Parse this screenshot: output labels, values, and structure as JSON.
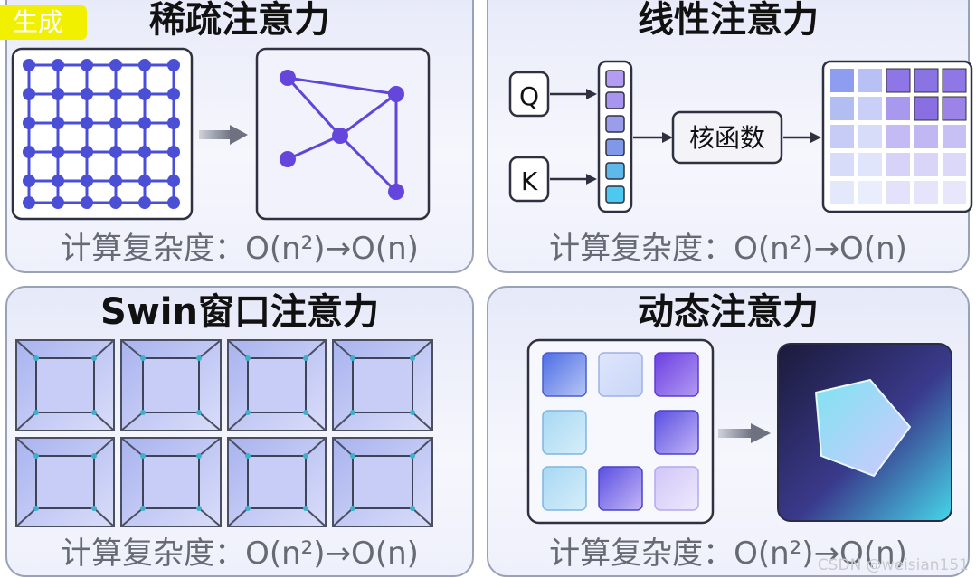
{
  "badge": "生成",
  "panels": {
    "sparse": {
      "title": "稀疏注意力",
      "formula": "计算复杂度：O(n²)→O(n)"
    },
    "linear": {
      "title": "线性注意力",
      "formula": "计算复杂度：O(n²)→O(n)",
      "q_label": "Q",
      "k_label": "K",
      "kernel_label": "核函数"
    },
    "swin": {
      "title": "Swin窗口注意力",
      "formula": "计算复杂度：O(n²)→O(n)"
    },
    "dynamic": {
      "title": "动态注意力",
      "formula": "计算复杂度：O(n²)→O(n)"
    }
  },
  "watermark": "CSDN @weisian151",
  "colors": {
    "node": "#4a4fd6",
    "accent": "#7c63e8",
    "cyan": "#4fc9ea"
  }
}
